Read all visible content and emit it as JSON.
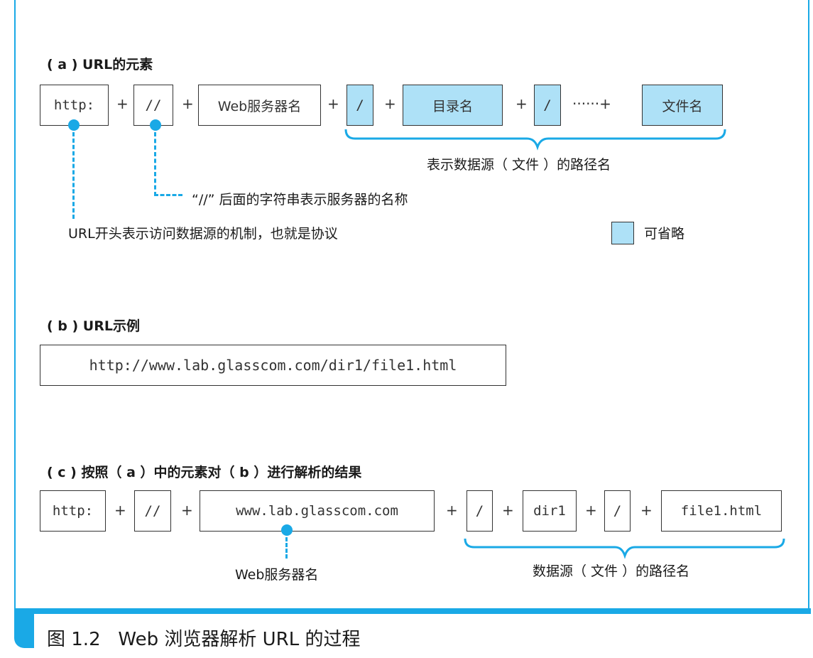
{
  "section_a": {
    "heading": "( a ) URL的元素",
    "boxes": {
      "http": "http:",
      "slashes": "//",
      "web_server": "Web服务器名",
      "slash1": "/",
      "directory": "目录名",
      "slash2": "/",
      "dots_plus": "······+",
      "file": "文件名"
    },
    "plus": "+",
    "brace_label": "表示数据源（ 文件 ）的路径名",
    "annotation_slashes": "“//” 后面的字符串表示服务器的名称",
    "annotation_protocol": "URL开头表示访问数据源的机制，也就是协议",
    "legend_label": "可省略"
  },
  "section_b": {
    "heading": "( b ) URL示例",
    "url": "http://www.lab.glasscom.com/dir1/file1.html"
  },
  "section_c": {
    "heading": "( c ) 按照（ a ）中的元素对（ b ）进行解析的结果",
    "boxes": {
      "http": "http:",
      "slashes": "//",
      "host": "www.lab.glasscom.com",
      "slash1": "/",
      "dir": "dir1",
      "slash2": "/",
      "file": "file1.html"
    },
    "plus": "+",
    "annotation_host": "Web服务器名",
    "brace_label": "数据源（ 文件 ）的路径名"
  },
  "caption": "图 1.2   Web 浏览器解析 URL 的过程",
  "colors": {
    "accent": "#1aa9e6",
    "optional_fill": "#aee1f7",
    "border": "#333333"
  }
}
